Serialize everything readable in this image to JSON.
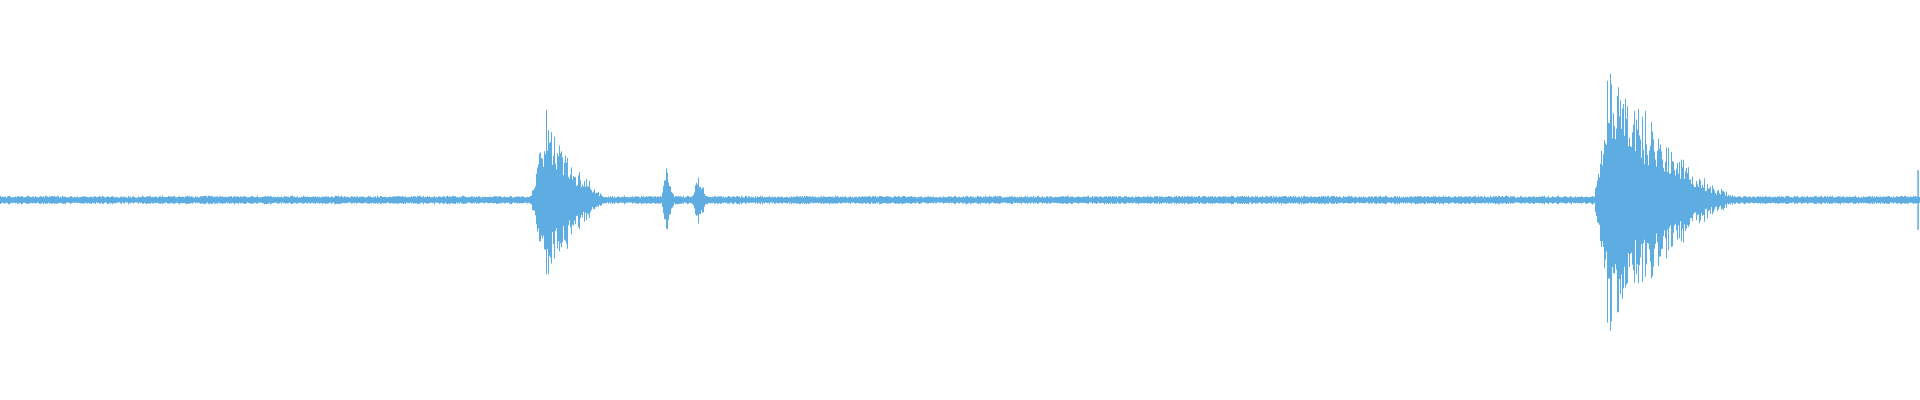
{
  "waveform": {
    "color": "#5DADE2",
    "background": "#ffffff",
    "baseline_amplitude": 0.03,
    "events": [
      {
        "start": 0.276,
        "peak": 0.284,
        "end": 0.32,
        "amplitude": 0.62,
        "decay": 0.55
      },
      {
        "start": 0.344,
        "peak": 0.347,
        "end": 0.352,
        "amplitude": 0.24,
        "decay": 0.4
      },
      {
        "start": 0.36,
        "peak": 0.363,
        "end": 0.37,
        "amplitude": 0.22,
        "decay": 0.4
      },
      {
        "start": 0.83,
        "peak": 0.838,
        "end": 0.915,
        "amplitude": 1.0,
        "decay": 0.8
      }
    ],
    "end_tick": {
      "position": 0.999,
      "amplitude": 0.2
    }
  }
}
